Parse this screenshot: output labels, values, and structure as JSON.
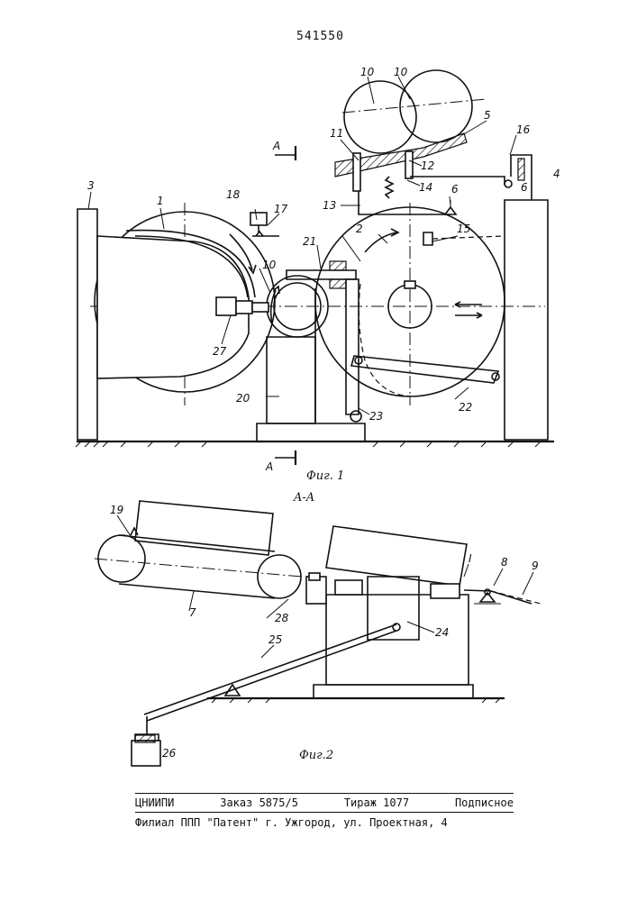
{
  "header": {
    "patent_number": "541550"
  },
  "figures": {
    "fig1_caption": "Фиг. 1",
    "fig2_caption": "Фиг.2",
    "section_label": "A-A",
    "section_mark": "A"
  },
  "labels": {
    "l1": "1",
    "l2": "2",
    "l3": "3",
    "l4": "4",
    "l5": "5",
    "l6a": "6",
    "l6b": "6",
    "l7": "7",
    "l8": "8",
    "l9": "9",
    "l10a": "10",
    "l10b": "10",
    "l10c": "10",
    "l11": "11",
    "l12": "12",
    "l13": "13",
    "l14": "14",
    "l15": "15",
    "l16": "16",
    "l17": "17",
    "l18": "18",
    "l19": "19",
    "l20": "20",
    "l21": "21",
    "l22": "22",
    "l23": "23",
    "l24": "24",
    "l25": "25",
    "l26": "26",
    "l27": "27",
    "l28": "28",
    "lI": "I"
  },
  "footer": {
    "org": "ЦНИИПИ",
    "order": "Заказ 5875/5",
    "circulation": "Тираж 1077",
    "subscription": "Подписное",
    "branch": "Филиал ППП \"Патент\" г. Ужгород, ул. Проектная, 4"
  }
}
